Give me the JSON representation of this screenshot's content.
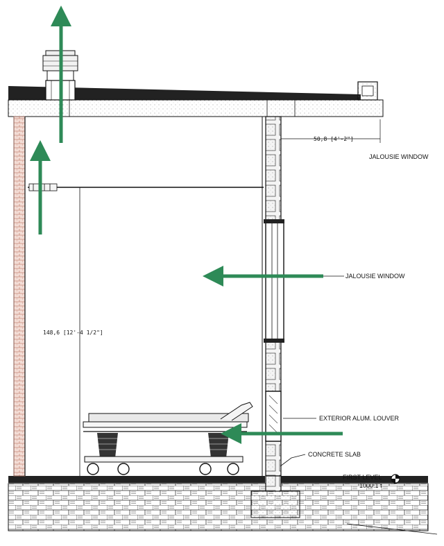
{
  "labels": {
    "jalousie_window_top": "JALOUSIE WINDOW",
    "jalousie_window": "JALOUSIE WINDOW",
    "exterior_louver": "EXTERIOR ALUM. LOUVER",
    "concrete_slab": "CONCRETE SLAB",
    "first_level": "FIRST LEVEL",
    "first_level_elev": "1000.1 f"
  },
  "dimensions": {
    "overhang": "50,8 [4'-2\"]",
    "height": "148,6 [12'-4 1/2\"]"
  },
  "colors": {
    "arrow": "#2e8a57",
    "line": "#111111",
    "brick": "#c98a7a",
    "hatch": "#555555"
  },
  "icons": {
    "elevation_marker": "level-datum-icon",
    "roof_vent": "roof-ventilator-icon",
    "stretcher": "hospital-stretcher-icon"
  }
}
